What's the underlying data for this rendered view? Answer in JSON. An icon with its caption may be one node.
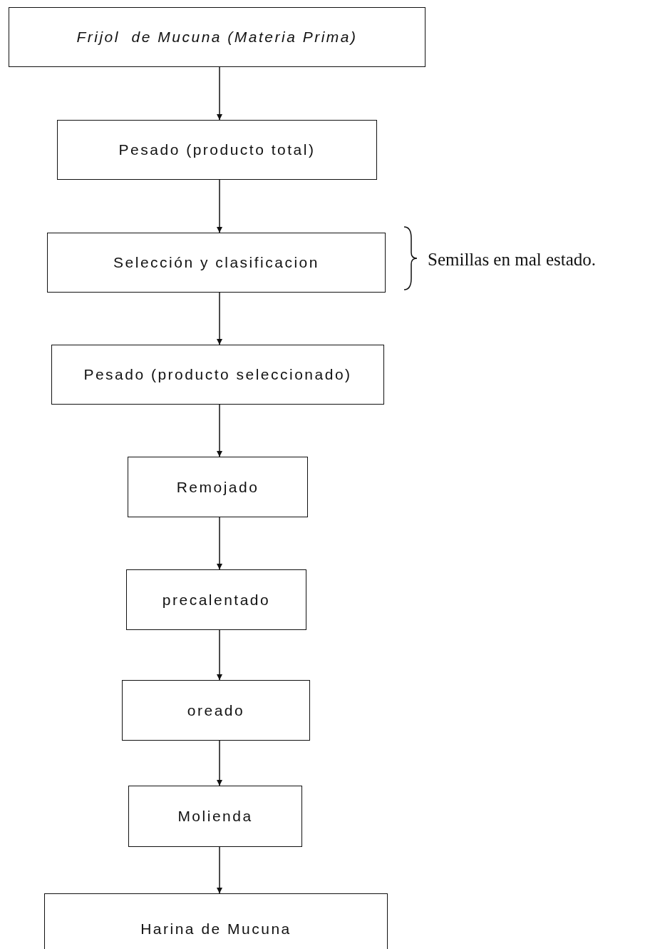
{
  "diagram": {
    "nodes": [
      {
        "text": [
          "Frijol  de Mucuna (Materia Prima)"
        ]
      },
      {
        "text": [
          "Pesado (producto total)"
        ]
      },
      {
        "text": [
          "Selección y clasificacion"
        ],
        "beside": [
          "Semillas en mal estado."
        ]
      },
      {
        "text": [
          "Pesado (producto seleccionado)"
        ]
      },
      {
        "text": [
          "Remojado"
        ]
      },
      {
        "text": [
          "precalentado"
        ]
      },
      {
        "text": [
          "oreado"
        ]
      },
      {
        "text": [
          "Molienda"
        ]
      },
      {
        "text": [
          "Harina de Mucuna"
        ]
      }
    ],
    "edges": [
      {
        "from": 0,
        "to": 1,
        "arrow": "to"
      },
      {
        "from": 1,
        "to": 2,
        "arrow": "to"
      },
      {
        "from": 2,
        "to": 3,
        "arrow": "to"
      },
      {
        "from": 3,
        "to": 4,
        "arrow": "to"
      },
      {
        "from": 4,
        "to": 5,
        "arrow": "to"
      },
      {
        "from": 5,
        "to": 6,
        "arrow": "to"
      },
      {
        "from": 6,
        "to": 7,
        "arrow": "to"
      },
      {
        "from": 7,
        "to": 8,
        "arrow": "to"
      }
    ]
  }
}
